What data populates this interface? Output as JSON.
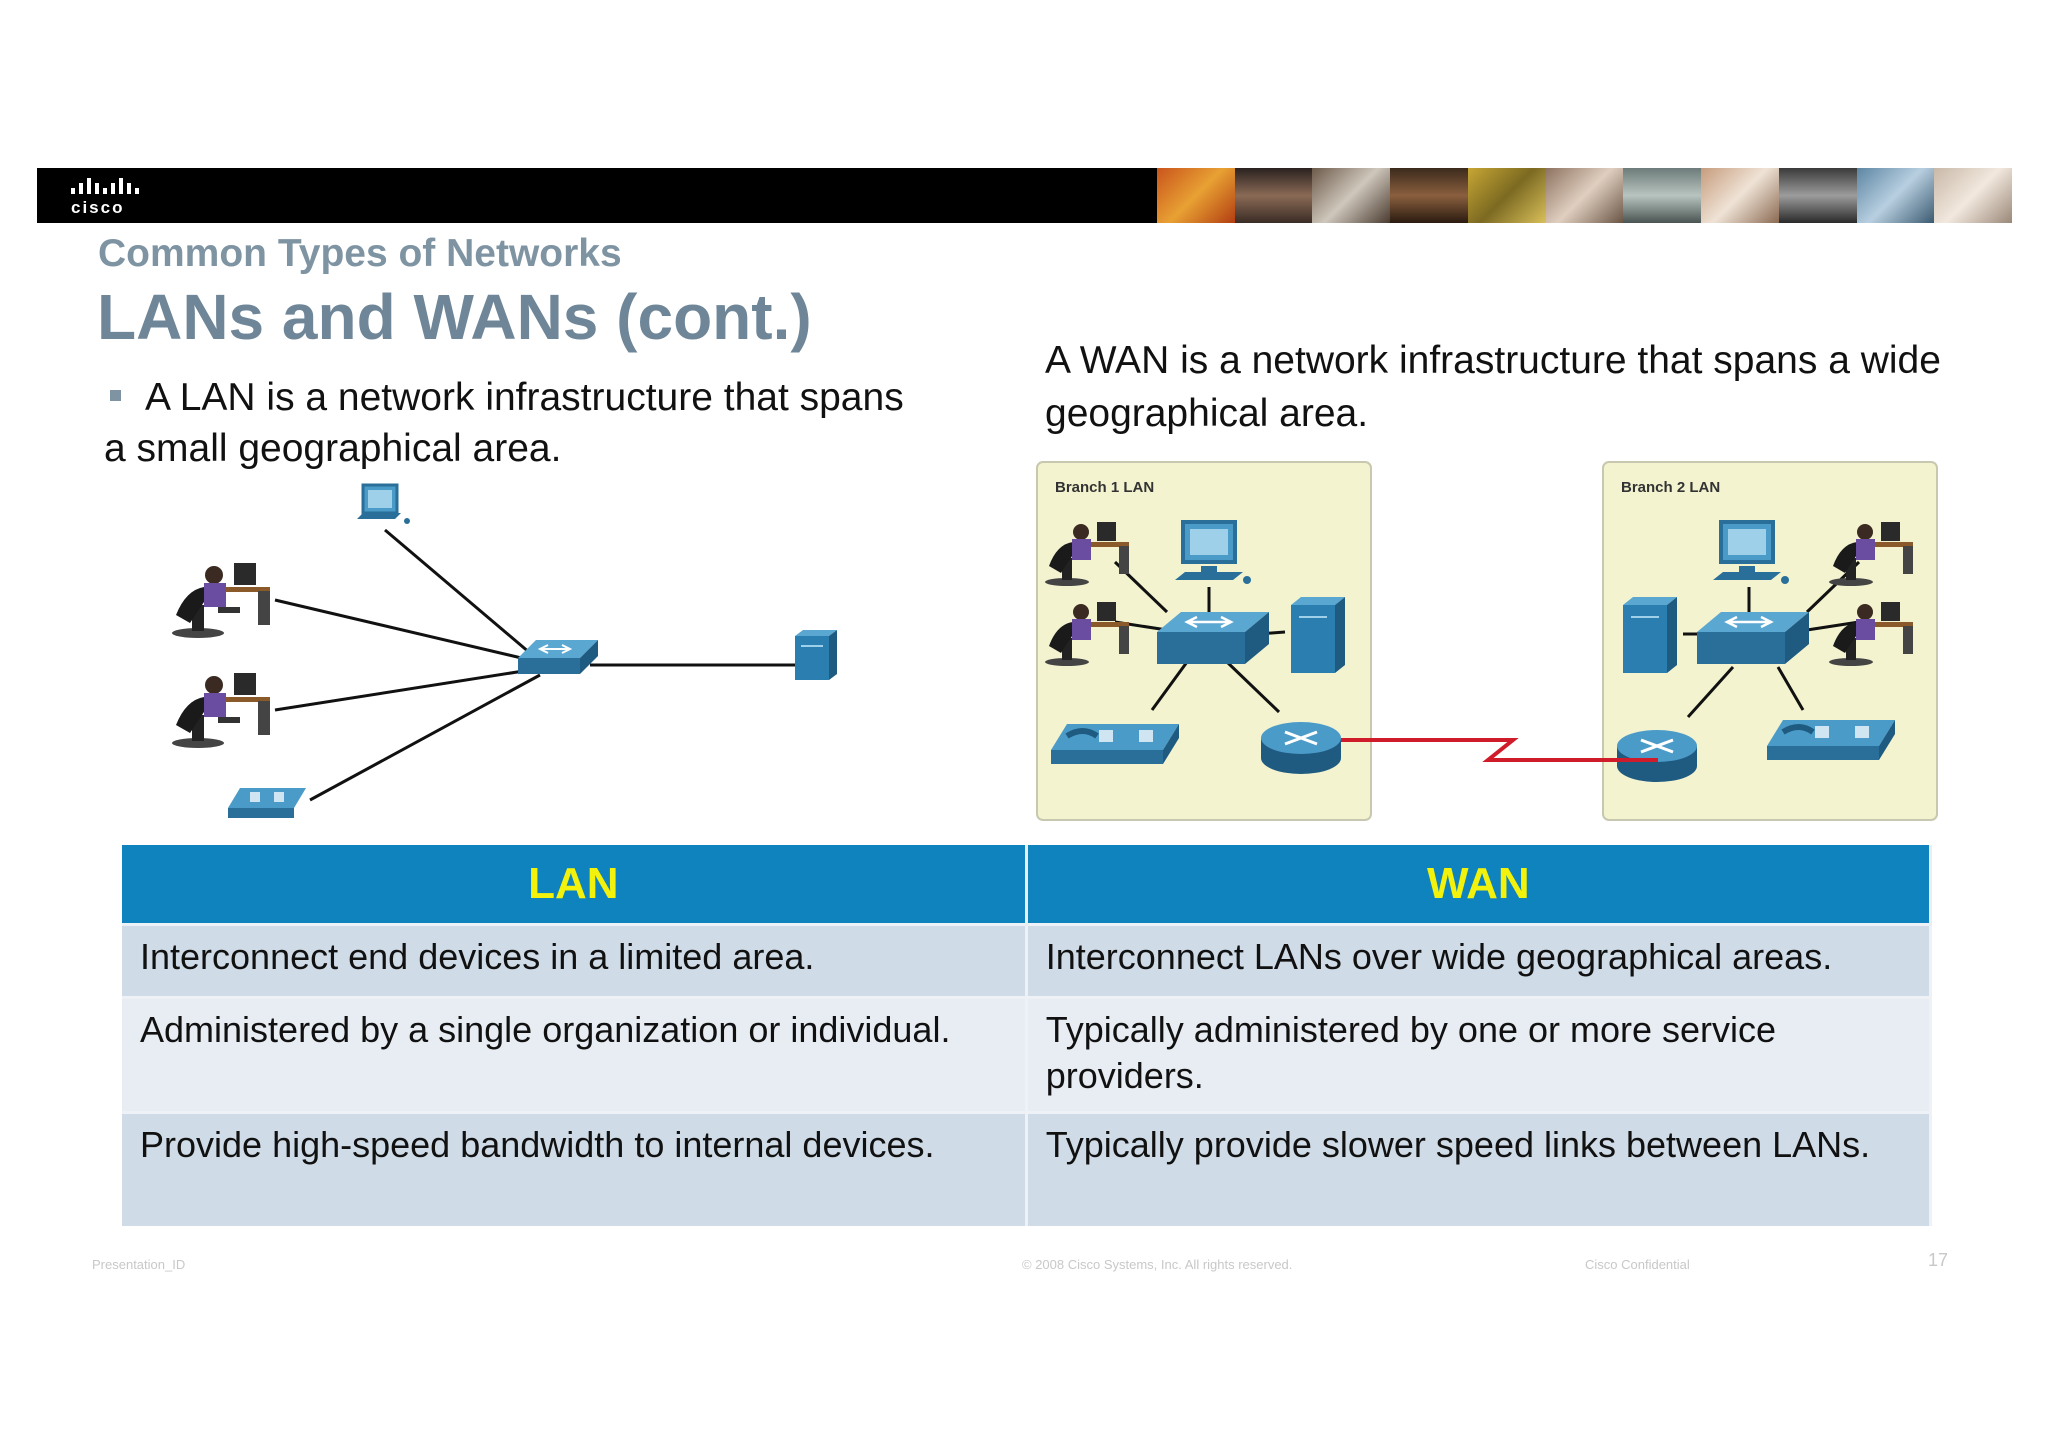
{
  "brand": {
    "logo_text": "cisco"
  },
  "header": {
    "subtitle": "Common Types of Networks",
    "title": "LANs and WANs (cont.)"
  },
  "lan": {
    "description": "A LAN is a network infrastructure that spans a small geographical area."
  },
  "wan": {
    "description": "A WAN is a network infrastructure that spans a wide geographical area.",
    "branch1_label": "Branch 1 LAN",
    "branch2_label": "Branch 2 LAN"
  },
  "table": {
    "headers": [
      "LAN",
      "WAN"
    ],
    "rows": [
      [
        "Interconnect end devices in a limited area.",
        "Interconnect LANs over wide geographical areas."
      ],
      [
        "Administered by a single organization or individual.",
        "Typically administered by one or more service providers."
      ],
      [
        "Provide high-speed bandwidth to internal devices.",
        "Typically provide slower speed links between LANs."
      ]
    ]
  },
  "footer": {
    "left": "Presentation_ID",
    "center": "© 2008 Cisco Systems, Inc. All rights reserved.",
    "right": "Cisco Confidential",
    "page": "17"
  },
  "colors": {
    "table_header_bg": "#0f83bd",
    "table_header_text": "#f2f20c",
    "title": "#6e8698",
    "device_blue": "#2d7fae",
    "wan_link": "#d01c2a",
    "branch_bg": "#f3f3d0"
  },
  "icons": [
    "cisco-logo-icon",
    "workstation-user-icon",
    "computer-icon",
    "switch-icon",
    "server-icon",
    "ip-phone-icon",
    "router-icon"
  ]
}
